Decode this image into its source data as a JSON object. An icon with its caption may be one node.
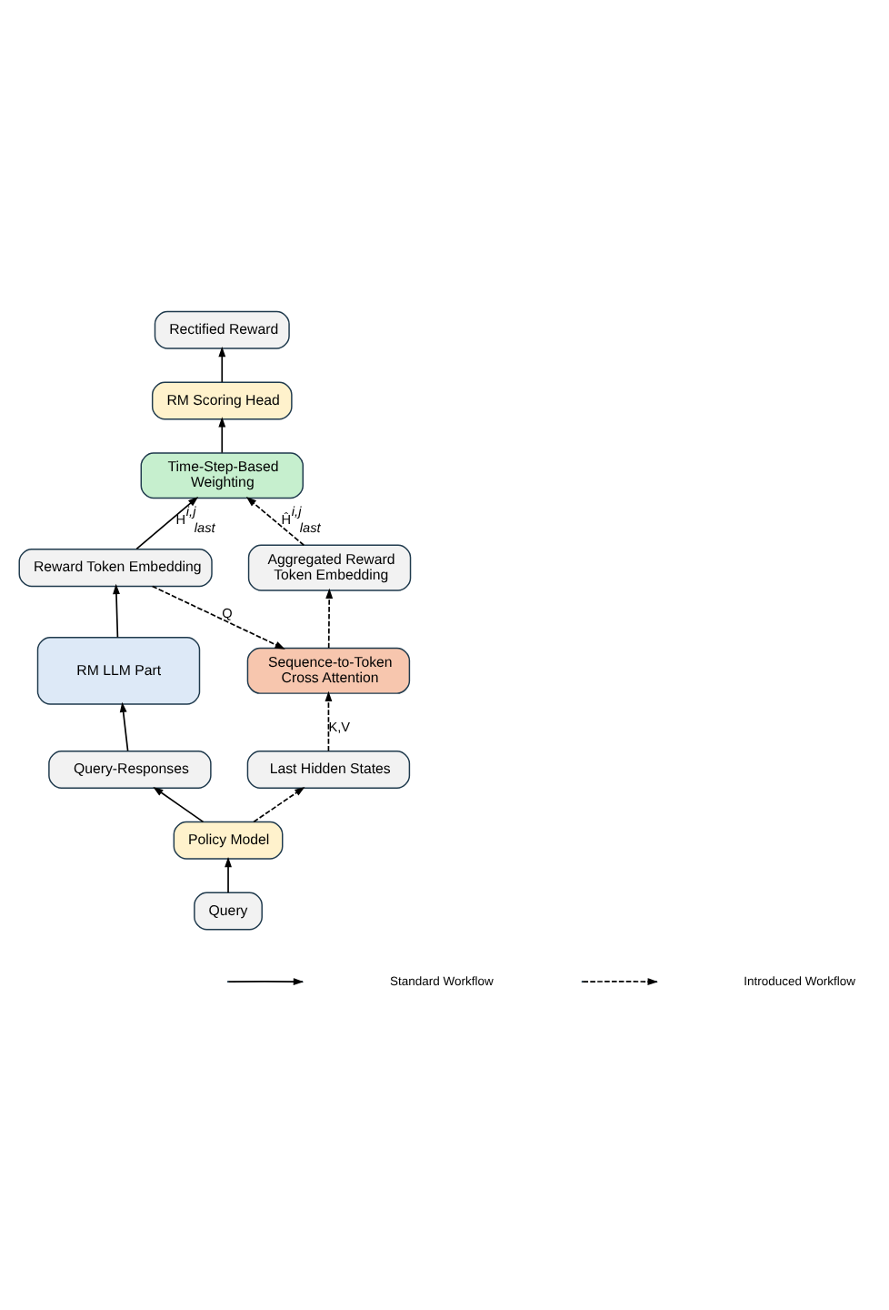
{
  "diagram": {
    "nodes": [
      {
        "text": [
          "Rectified Reward"
        ]
      },
      {
        "text": [
          "RM Scoring Head"
        ]
      },
      {
        "text": [
          "Time-Step-Based Weighting"
        ]
      },
      {
        "text": [
          "Reward Token Embedding"
        ]
      },
      {
        "text": [
          "Aggregated Reward Token Embedding"
        ]
      },
      {
        "text": [
          "RM LLM Part"
        ]
      },
      {
        "text": [
          "Sequence-to-Token Cross Attention"
        ]
      },
      {
        "text": [
          "Query-Responses"
        ]
      },
      {
        "text": [
          "Last Hidden States"
        ]
      },
      {
        "text": [
          "Policy Model"
        ]
      },
      {
        "text": [
          "Query"
        ]
      }
    ],
    "edges": [
      {
        "from": 10,
        "to": 9,
        "arrow": "to"
      },
      {
        "from": 9,
        "to": 7,
        "arrow": "to"
      },
      {
        "from": 9,
        "to": 8,
        "arrow": "to",
        "style": "dashed"
      },
      {
        "from": 7,
        "to": 5,
        "arrow": "to"
      },
      {
        "from": 8,
        "to": 6,
        "arrow": "to",
        "style": "dashed",
        "label": "K,V"
      },
      {
        "from": 5,
        "to": 3,
        "arrow": "to"
      },
      {
        "from": 6,
        "to": 4,
        "arrow": "to",
        "style": "dashed"
      },
      {
        "from": 3,
        "to": 2,
        "arrow": "to",
        "label": "H$^{i,j}$$_{last}$"
      },
      {
        "from": 3,
        "to": 6,
        "arrow": "to",
        "style": "dashed",
        "label": "Q"
      },
      {
        "from": 4,
        "to": 2,
        "arrow": "to",
        "style": "dashed",
        "label": "Ĥ$^{i,j}$$_{last}$"
      },
      {
        "from": 2,
        "to": 1,
        "arrow": "to"
      },
      {
        "from": 1,
        "to": 0,
        "arrow": "to"
      }
    ],
    "legend": [
      {
        "text": "Standard Workflow"
      },
      {
        "text": "Introduced Workflow"
      }
    ]
  }
}
